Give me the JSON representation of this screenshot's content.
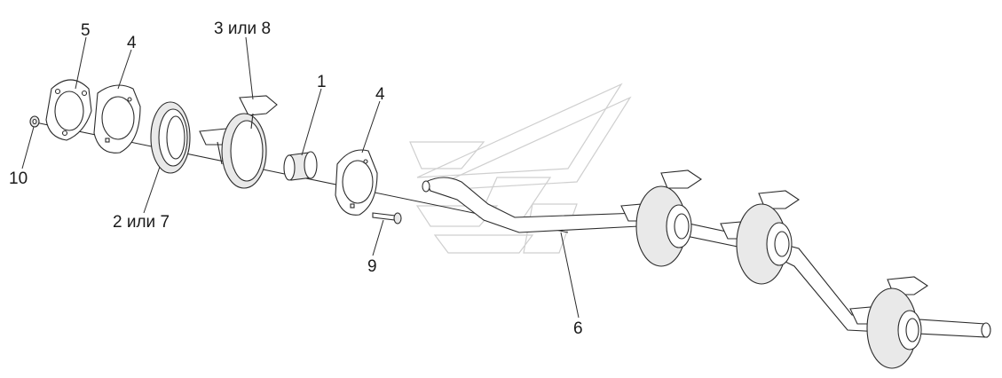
{
  "diagram": {
    "callouts": [
      {
        "id": "c5",
        "text": "5"
      },
      {
        "id": "c4a",
        "text": "4"
      },
      {
        "id": "c38",
        "text": "3 или 8"
      },
      {
        "id": "c1",
        "text": "1"
      },
      {
        "id": "c4b",
        "text": "4"
      },
      {
        "id": "c10",
        "text": "10"
      },
      {
        "id": "c27",
        "text": "2 или 7"
      },
      {
        "id": "c9",
        "text": "9"
      },
      {
        "id": "c6",
        "text": "6"
      }
    ]
  }
}
